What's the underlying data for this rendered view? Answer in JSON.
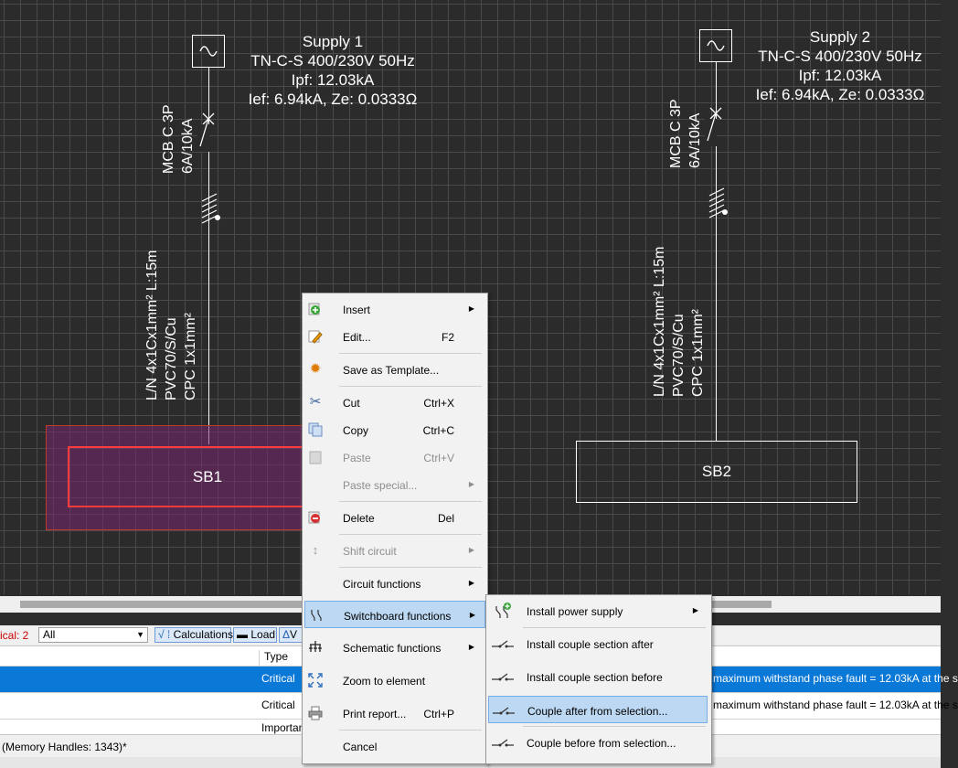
{
  "schematic": {
    "supply1": {
      "lines": [
        "Supply 1",
        "TN-C-S 400/230V 50Hz",
        "Ipf: 12.03kA",
        "Ief: 6.94kA, Ze: 0.0333Ω"
      ],
      "mcb": [
        "MCB C 3P",
        "6A/10kA"
      ],
      "cable": [
        "L/N 4x1Cx1mm² L:15m",
        "PVC70/S/Cu",
        "CPC 1x1mm²"
      ]
    },
    "supply2": {
      "lines": [
        "Supply 2",
        "TN-C-S 400/230V 50Hz",
        "Ipf: 12.03kA",
        "Ief: 6.94kA, Ze: 0.0333Ω"
      ],
      "mcb": [
        "MCB C 3P",
        "6A/10kA"
      ],
      "cable": [
        "L/N 4x1Cx1mm² L:15m",
        "PVC70/S/Cu",
        "CPC 1x1mm²"
      ]
    },
    "sb1_label": "SB1",
    "sb2_label": "SB2"
  },
  "filter_bar": {
    "critical_count": "ical: 2",
    "filter_value": "All",
    "calculations_label": "Calculations",
    "load_label": "Load",
    "extra_label": "V"
  },
  "grid": {
    "type_header": "Type",
    "rows": [
      {
        "type": "Critical",
        "desc": "e maximum withstand phase fault = 12.03kA at the s"
      },
      {
        "type": "Critical",
        "desc": "e maximum withstand phase fault = 12.03kA at the s"
      },
      {
        "type": "Importan",
        "desc": ""
      }
    ]
  },
  "status_bar": {
    "text": "(Memory Handles: 1343)*"
  },
  "context_menu": {
    "items": [
      {
        "label": "Insert",
        "shortcut": "",
        "icon": "insert-icon",
        "submenu": true,
        "disabled": false
      },
      {
        "label": "Edit...",
        "shortcut": "F2",
        "icon": "edit-icon",
        "submenu": false,
        "disabled": false
      },
      {
        "label": "Save as Template...",
        "shortcut": "",
        "icon": "template-icon",
        "submenu": false,
        "disabled": false
      },
      {
        "label": "Cut",
        "shortcut": "Ctrl+X",
        "icon": "scissors-icon",
        "submenu": false,
        "disabled": false
      },
      {
        "label": "Copy",
        "shortcut": "Ctrl+C",
        "icon": "copy-icon",
        "submenu": false,
        "disabled": false
      },
      {
        "label": "Paste",
        "shortcut": "Ctrl+V",
        "icon": "paste-icon",
        "submenu": false,
        "disabled": true
      },
      {
        "label": "Paste special...",
        "shortcut": "",
        "icon": "",
        "submenu": true,
        "disabled": true
      },
      {
        "label": "Delete",
        "shortcut": "Del",
        "icon": "delete-icon",
        "submenu": false,
        "disabled": false
      },
      {
        "label": "Shift circuit",
        "shortcut": "",
        "icon": "shift-icon",
        "submenu": true,
        "disabled": true
      },
      {
        "label": "Circuit functions",
        "shortcut": "",
        "icon": "",
        "submenu": true,
        "disabled": false
      },
      {
        "label": "Switchboard functions",
        "shortcut": "",
        "icon": "switch-icon",
        "submenu": true,
        "disabled": false
      },
      {
        "label": "Schematic functions",
        "shortcut": "",
        "icon": "schematic-icon",
        "submenu": true,
        "disabled": false
      },
      {
        "label": "Zoom to element",
        "shortcut": "",
        "icon": "zoom-icon",
        "submenu": false,
        "disabled": false
      },
      {
        "label": "Print report...",
        "shortcut": "Ctrl+P",
        "icon": "printer-icon",
        "submenu": false,
        "disabled": false
      },
      {
        "label": "Cancel",
        "shortcut": "",
        "icon": "",
        "submenu": false,
        "disabled": false
      }
    ]
  },
  "switchboard_submenu": {
    "items": [
      {
        "label": "Install power supply",
        "icon": "power-supply-icon",
        "submenu": true
      },
      {
        "label": "Install couple section after",
        "icon": "coupler-icon",
        "submenu": false
      },
      {
        "label": "Install couple section before",
        "icon": "coupler-icon",
        "submenu": false
      },
      {
        "label": "Couple after from selection...",
        "icon": "coupler-icon",
        "submenu": false
      },
      {
        "label": "Couple before from selection...",
        "icon": "coupler-icon",
        "submenu": false
      }
    ]
  }
}
